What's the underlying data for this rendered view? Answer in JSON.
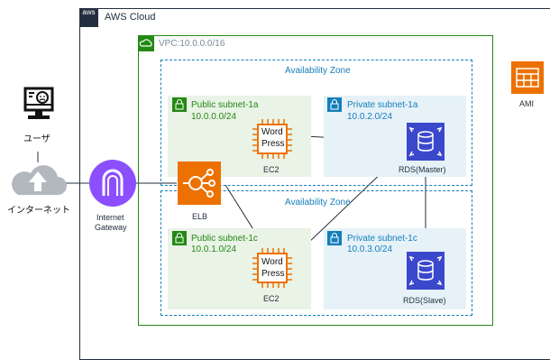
{
  "aws_cloud": {
    "logo_text": "aws",
    "label": "AWS Cloud"
  },
  "vpc": {
    "label": "VPC:10.0.0.0/16"
  },
  "availability_zones": [
    {
      "label": "Availability Zone"
    },
    {
      "label": "Availability Zone"
    }
  ],
  "subnets": {
    "public_1a": {
      "name": "Public subnet-1a",
      "cidr": "10.0.0.0/24"
    },
    "private_1a": {
      "name": "Private subnet-1a",
      "cidr": "10.0.2.0/24"
    },
    "public_1c": {
      "name": "Public subnet-1c",
      "cidr": "10.0.1.0/24"
    },
    "private_1c": {
      "name": "Private subnet-1c",
      "cidr": "10.0.3.0/24"
    }
  },
  "nodes": {
    "user": "ユーザ",
    "internet": "インターネット",
    "igw": "Internet\nGateway",
    "igw_line1": "Internet",
    "igw_line2": "Gateway",
    "elb": "ELB",
    "ec2_top": "EC2",
    "ec2_bottom": "EC2",
    "wordpress_top_1": "Word",
    "wordpress_top_2": "Press",
    "wordpress_bottom_1": "Word",
    "wordpress_bottom_2": "Press",
    "rds_master": "RDS(Master)",
    "rds_slave": "RDS(Slave)",
    "ami": "AMI"
  },
  "colors": {
    "aws_dark": "#232f3e",
    "vpc_green": "#248814",
    "az_blue": "#147eba",
    "compute_orange": "#ed7100",
    "database_blue": "#3b48cc",
    "gateway_purple": "#8c4fff"
  },
  "icons": {
    "user": "user-terminal-icon",
    "internet": "cloud-upload-icon",
    "igw": "internet-gateway-icon",
    "elb": "load-balancer-icon",
    "ec2": "ec2-chip-icon",
    "rds": "rds-database-icon",
    "ami": "ami-grid-icon",
    "lock": "lock-icon",
    "vpc": "vpc-cloud-icon"
  }
}
